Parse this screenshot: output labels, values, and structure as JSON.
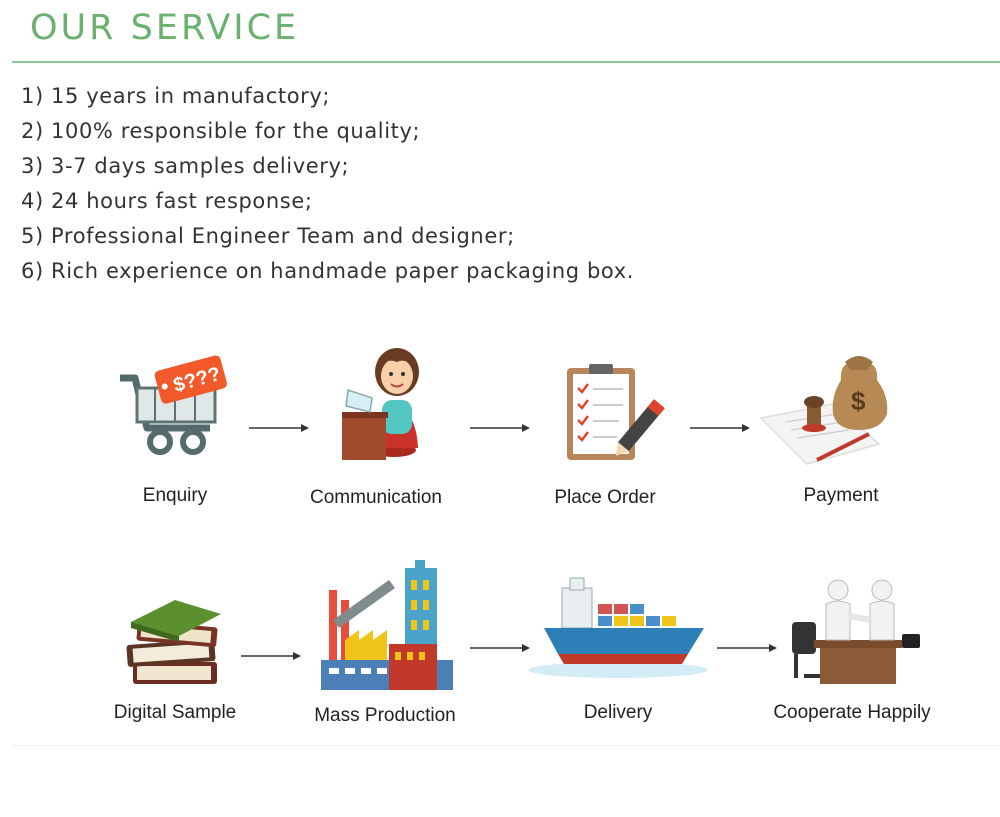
{
  "header": {
    "title": "OUR SERVICE"
  },
  "features": [
    "1) 15 years in manufactory;",
    "2) 100% responsible for the quality;",
    "3) 3-7 days samples delivery;",
    "4) 24 hours fast response;",
    "5) Professional Engineer Team and designer;",
    "6) Rich experience on handmade paper packaging box."
  ],
  "process": {
    "steps": [
      {
        "label": "Enquiry",
        "icon": "shopping-cart-price-tag-icon",
        "tag_text": "$???"
      },
      {
        "label": "Communication",
        "icon": "customer-service-woman-icon"
      },
      {
        "label": "Place Order",
        "icon": "clipboard-checklist-icon"
      },
      {
        "label": "Payment",
        "icon": "money-bag-contract-icon"
      },
      {
        "label": "Digital Sample",
        "icon": "book-stack-icon"
      },
      {
        "label": "Mass Production",
        "icon": "factory-icon"
      },
      {
        "label": "Delivery",
        "icon": "cargo-ship-icon"
      },
      {
        "label": "Cooperate Happily",
        "icon": "handshake-meeting-icon"
      }
    ]
  }
}
